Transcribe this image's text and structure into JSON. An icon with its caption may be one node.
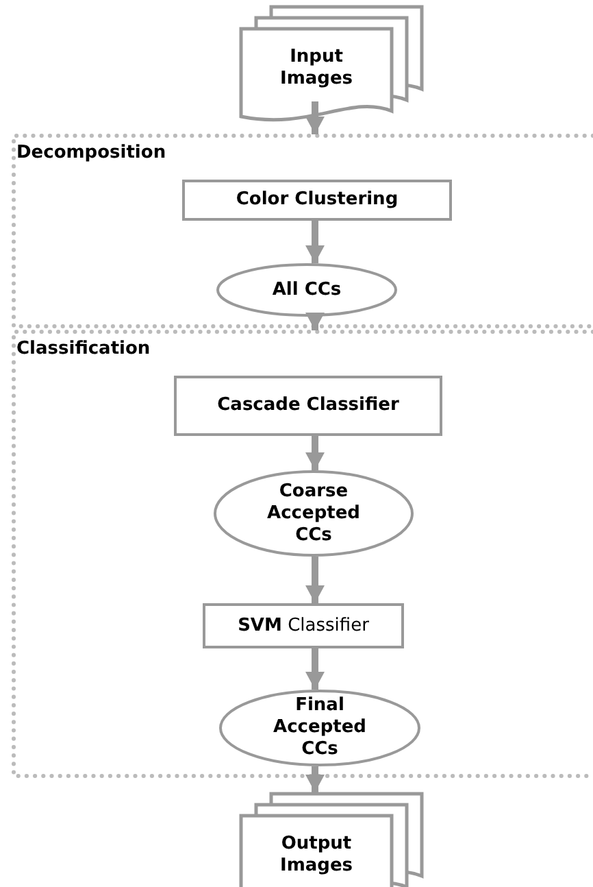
{
  "diagram": {
    "nodes": [
      {
        "text": [
          "Input Images"
        ]
      },
      {
        "text": [
          "Decomposition"
        ]
      },
      {
        "text": [
          "Color Clustering"
        ],
        "in": 1
      },
      {
        "text": [
          "All CCs"
        ],
        "in": 1
      },
      {
        "text": [
          "Classification"
        ]
      },
      {
        "text": [
          "Cascade Classifier"
        ],
        "in": 4
      },
      {
        "text": [
          "Coarse Accepted CCs"
        ],
        "in": 4
      },
      {
        "text": [
          "**SVM** Classifier"
        ],
        "in": 4
      },
      {
        "text": [
          "Final Accepted CCs"
        ],
        "in": 4
      },
      {
        "text": [
          "Output Images"
        ]
      }
    ],
    "edges": [
      {
        "from": 0,
        "to": 1,
        "arrow": "to"
      },
      {
        "from": 2,
        "to": 3,
        "arrow": "to"
      },
      {
        "from": 3,
        "to": 4,
        "arrow": "to"
      },
      {
        "from": 5,
        "to": 6,
        "arrow": "to"
      },
      {
        "from": 6,
        "to": 7,
        "arrow": "to"
      },
      {
        "from": 7,
        "to": 8,
        "arrow": "to"
      },
      {
        "from": 8,
        "to": 9,
        "arrow": "to"
      }
    ]
  }
}
